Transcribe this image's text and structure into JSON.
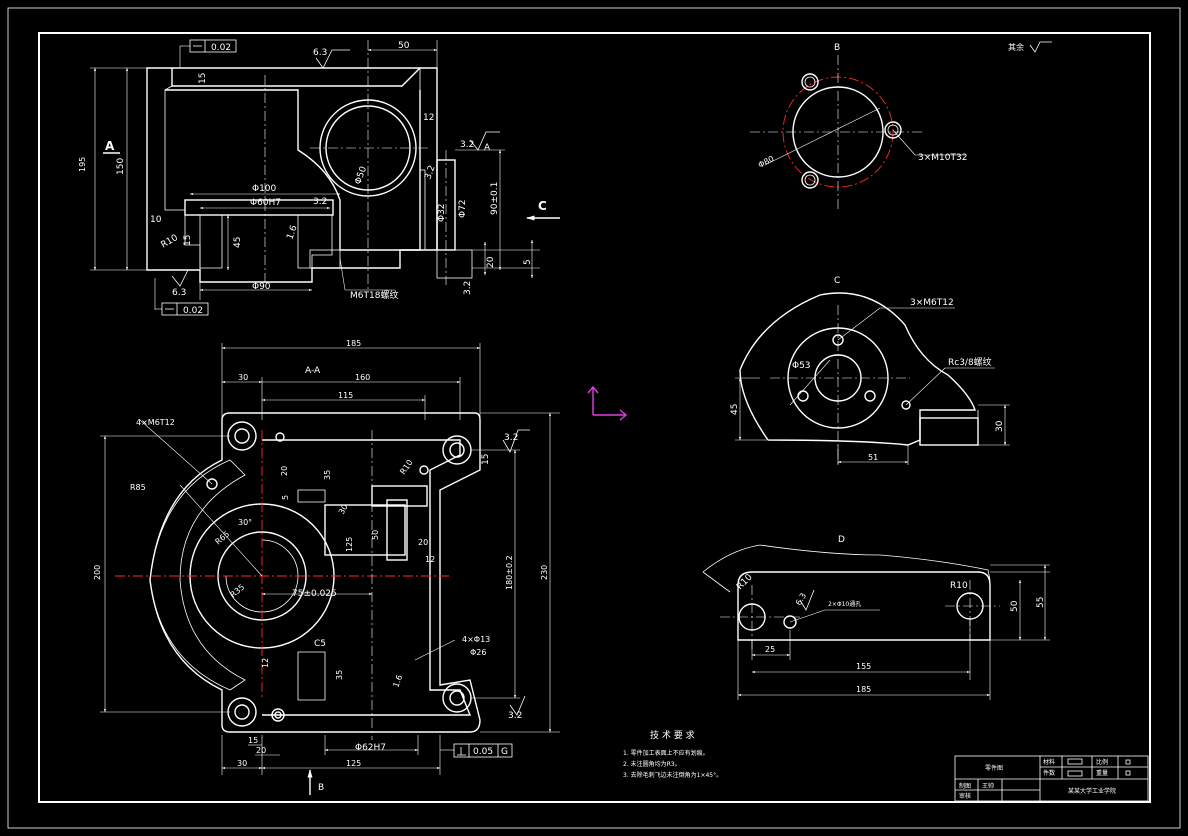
{
  "labels": {
    "view_b": "B",
    "view_c": "C",
    "view_d": "D",
    "section_aa": "A-A",
    "section_mark_a": "A",
    "arrow_c": "C",
    "arrow_b": "B",
    "other_roughness": "其余",
    "tech_title": "技 术 要 求",
    "tech_items": [
      "1. 零件加工表面上不应有划痕。",
      "2. 未注圆角均为R3。",
      "3. 去除毛刺飞边未注倒角为1×45°。"
    ]
  },
  "title_block": {
    "part_name": "零件图",
    "material_label": "材料",
    "scale_label": "比例",
    "weight_label": "重量",
    "quantity_label": "件数",
    "drawn_label": "制图",
    "drawn_by": "王帅",
    "check_label": "审核",
    "school": "某某大学工业学院"
  },
  "dims_front": {
    "flat1": "0.02",
    "flat2": "0.02",
    "r_top": "6.3",
    "w50": "50",
    "t15": "15",
    "h195": "195",
    "h150": "150",
    "d12": "12",
    "ra_a": "3.2",
    "datum_a": "A",
    "d50": "Φ50",
    "d100": "Φ100",
    "d60": "Φ60H7",
    "r32": "3.2",
    "r16": "1.6",
    "h10": "10",
    "r10": "R10",
    "h15b": "15",
    "h45": "45",
    "d90": "Φ90",
    "m6": "M6T18螺纹",
    "d32": "Φ32",
    "d72": "Φ72",
    "h90": "90±0.1",
    "h20": "20",
    "h5": "5",
    "r32b": "3.2",
    "ra63b": "6.3",
    "ra_right": "3.2"
  },
  "dims_top": {
    "w185": "185",
    "w30": "30",
    "w160": "160",
    "w115": "115",
    "m6_4": "4×M6T12",
    "r3_2": "3.2",
    "w15": "15",
    "h20": "20",
    "h35": "35",
    "r10": "R10",
    "r85": "R85",
    "a30": "30°",
    "h5": "5",
    "h30": "30",
    "r35": "R35",
    "r65": "R65",
    "w125": "125",
    "d50": "50",
    "h20b": "20",
    "h12": "12",
    "d75": "75±0.025",
    "h180": "180±0.2",
    "h200": "200",
    "h230": "230",
    "c5": "C5",
    "d13": "4×Φ13",
    "d26": "Φ26",
    "h35b": "35",
    "r16": "1.6",
    "h12b": "12",
    "ra32": "3.2",
    "w15b": "15",
    "w20": "20",
    "w30b": "30",
    "w125b": "125",
    "d62": "Φ62H7",
    "perp": "0.05",
    "datum_g": "G"
  },
  "dims_b": {
    "d80": "Φ80",
    "m10": "3×M10T32"
  },
  "dims_c": {
    "m6": "3×M6T12",
    "rc": "Rc3/8螺纹",
    "d53": "Φ53",
    "h45": "45",
    "w51": "51",
    "h30": "30"
  },
  "dims_d": {
    "r10a": "R10",
    "r10b": "R10",
    "ra63": "6.3",
    "hole": "2×Φ10通孔",
    "w25": "25",
    "w155": "155",
    "w185": "185",
    "h50": "50",
    "h55": "55"
  }
}
